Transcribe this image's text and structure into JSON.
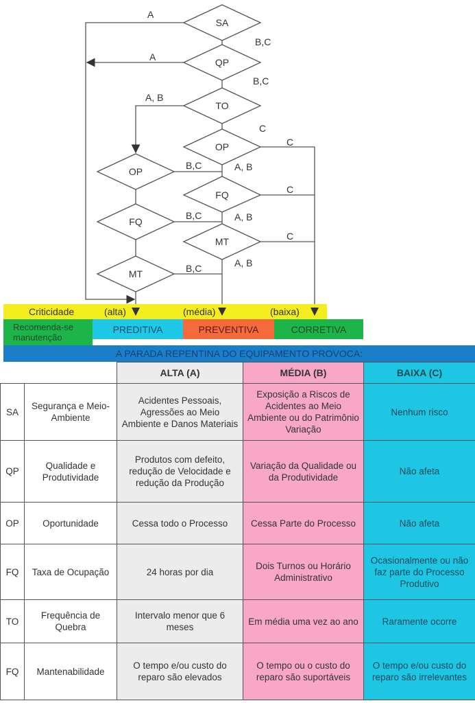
{
  "flowchart": {
    "nodes": {
      "sa": "SA",
      "qp": "QP",
      "to": "TO",
      "op_right": "OP",
      "fq_right": "FQ",
      "mt_right": "MT",
      "op_left": "OP",
      "fq_left": "FQ",
      "mt_left": "MT"
    },
    "edge_labels": {
      "sa_a": "A",
      "sa_bc": "B,C",
      "qp_a": "A",
      "qp_bc": "B,C",
      "to_ab": "A, B",
      "to_c": "C",
      "op_right_c": "C",
      "op_right_ab": "A, B",
      "fq_right_c": "C",
      "fq_right_ab": "A, B",
      "mt_right_c": "C",
      "mt_right_ab": "A, B",
      "op_left_bc": "B,C",
      "fq_left_bc": "B,C",
      "mt_left_bc": "B,C"
    }
  },
  "criticality": {
    "label": "Criticidade",
    "alta": "(alta)",
    "media": "(média)",
    "baixa": "(baixa)"
  },
  "maintenance": {
    "label": "Recomenda-se manutenção",
    "preditiva": "PREDITIVA",
    "preventiva": "PREVENTIVA",
    "corretiva": "CORRETIVA"
  },
  "colors": {
    "yellow": "#f5ee1e",
    "green": "#1db54a",
    "cyan": "#1ec8e6",
    "orange": "#f46a3a",
    "blue": "#1a7fc8",
    "pink": "#f8a8c6",
    "gray": "#ececec"
  },
  "table": {
    "title": "A PARADA REPENTINA DO EQUIPAMENTO PROVOCA:",
    "headers": [
      "ALTA (A)",
      "MÉDIA (B)",
      "BAIXA (C)"
    ],
    "rows": [
      {
        "code": "SA",
        "criterion": "Segurança e Meio-Ambiente",
        "alta": "Acidentes Pessoais, Agressões ao Meio Ambiente e Danos Materiais",
        "media": "Exposição a Riscos de Acidentes ao Meio Ambiente ou do Patrimônio Variação",
        "baixa": "Nenhum risco"
      },
      {
        "code": "QP",
        "criterion": "Qualidade e Produtividade",
        "alta": "Produtos com defeito, redução de Velocidade e redução da Produção",
        "media": "Variação da Qualidade ou da Produtividade",
        "baixa": "Não afeta"
      },
      {
        "code": "OP",
        "criterion": "Oportunidade",
        "alta": "Cessa todo o Processo",
        "media": "Cessa Parte do Processo",
        "baixa": "Não afeta"
      },
      {
        "code": "FQ",
        "criterion": "Taxa de Ocupação",
        "alta": "24 horas por dia",
        "media": "Dois Turnos ou Horário Administrativo",
        "baixa": "Ocasionalmente ou não faz parte do Processo Produtivo"
      },
      {
        "code": "TO",
        "criterion": "Frequência de Quebra",
        "alta": "Intervalo menor que 6 meses",
        "media": "Em média uma vez ao ano",
        "baixa": "Raramente ocorre"
      },
      {
        "code": "FQ",
        "criterion": "Mantenabilidade",
        "alta": "O tempo e/ou custo do reparo são elevados",
        "media": "O tempo ou o custo do reparo são suportáveis",
        "baixa": "O tempo e/ou custo do reparo são irrelevantes"
      }
    ]
  }
}
